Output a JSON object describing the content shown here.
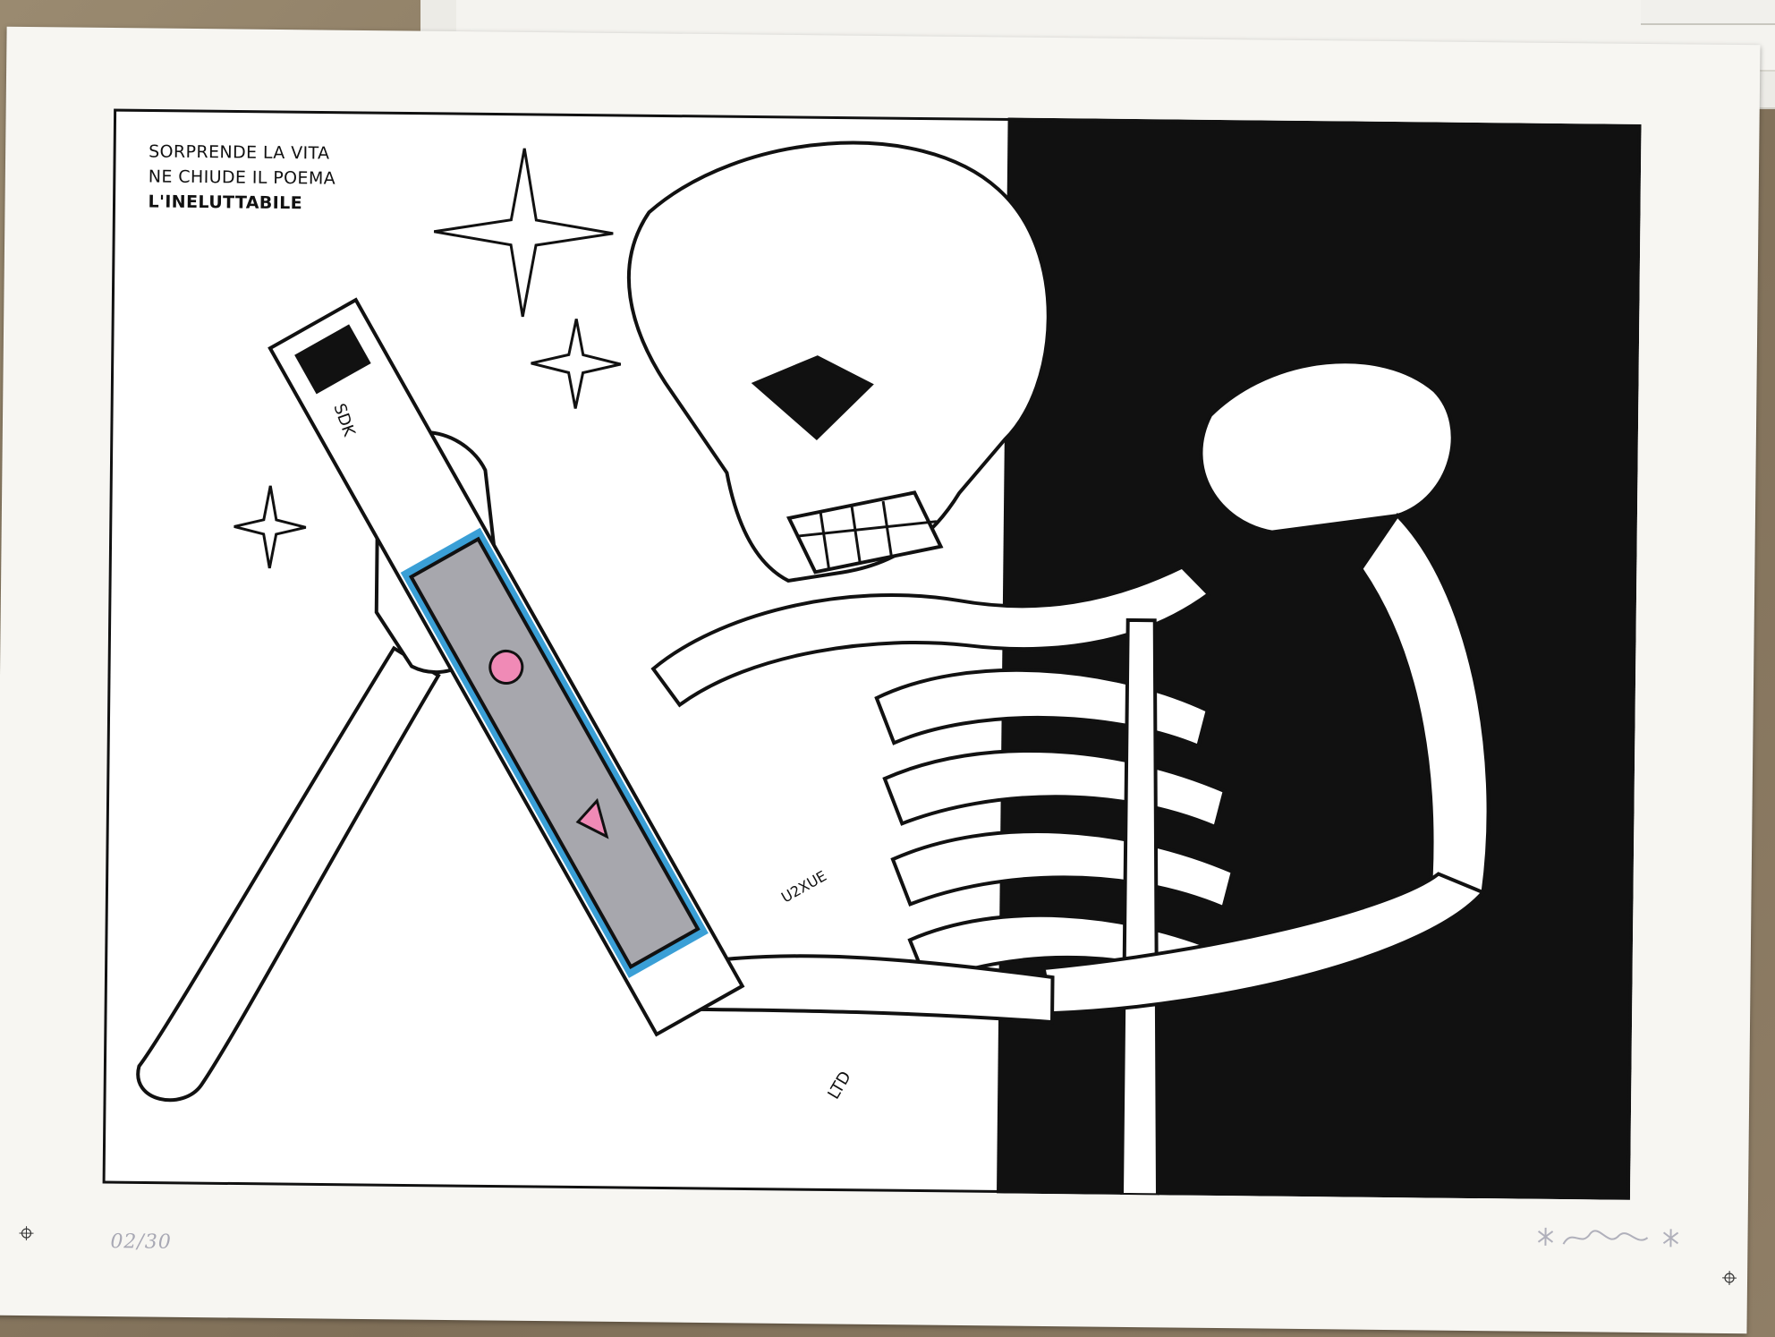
{
  "scene": {
    "subject": "screen print artwork",
    "colors": {
      "table": "#8a7a62",
      "paper": "#f7f6f2",
      "ink": "#111111",
      "graffiti_silver": "#a7a7ad",
      "graffiti_blue": "#3a9fd6",
      "graffiti_pink": "#f08ab6",
      "pencil": "#a8a8b4"
    }
  },
  "artwork": {
    "caption": {
      "line1": "SORPRENDE LA VITA",
      "line2": "NE CHIUDE IL POEMA",
      "line3": "L'INELUTTABILE"
    },
    "train_tags": {
      "top": "SDK",
      "middle": "U2XUE",
      "bottom": "LTD"
    }
  },
  "edition_number": "02/30"
}
